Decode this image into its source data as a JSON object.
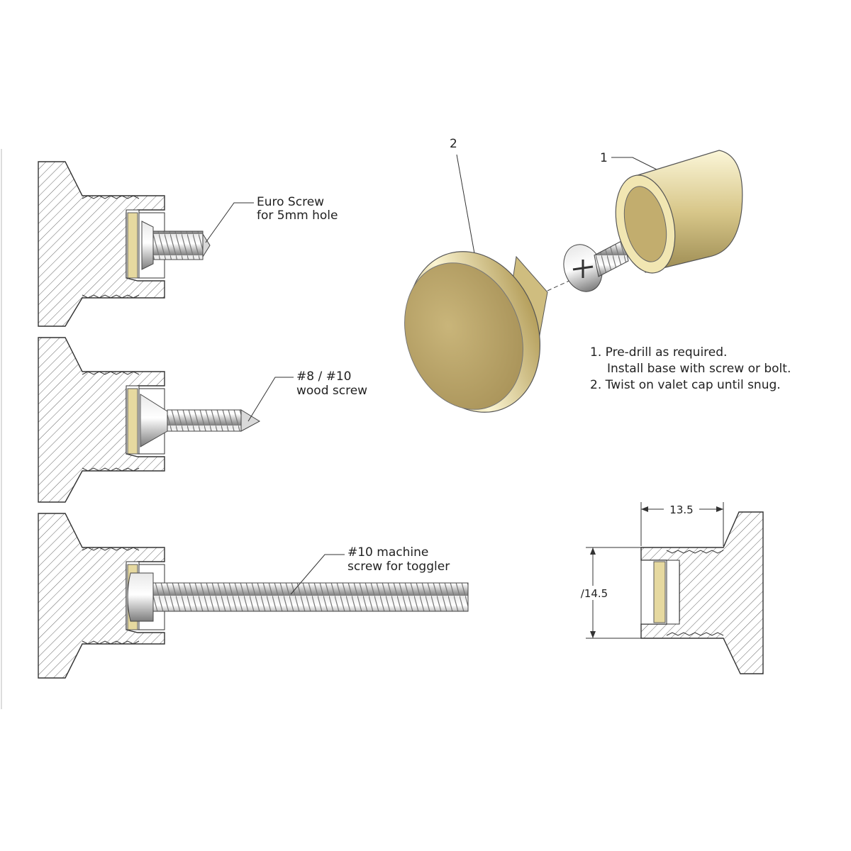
{
  "section_views": [
    {
      "id": "euro",
      "label_line1": "Euro Screw",
      "label_line2": "for 5mm hole"
    },
    {
      "id": "wood",
      "label_line1": "#8 / #10",
      "label_line2": "wood screw"
    },
    {
      "id": "machine",
      "label_line1": "#10 machine",
      "label_line2": "screw for toggler"
    }
  ],
  "exploded_view": {
    "balloon_cap": "2",
    "balloon_base": "1"
  },
  "instructions": {
    "line1": "1. Pre-drill as required.",
    "line2": "Install base with screw or bolt.",
    "line3": "2. Twist on valet cap until snug."
  },
  "dimension_view": {
    "width": "13.5",
    "diameter": "∕14.5"
  },
  "colors": {
    "brass_light": "#f4edc0",
    "brass_mid": "#d9c98a",
    "brass_dark": "#a8975a",
    "steel_light": "#f2f2f2",
    "steel_dark": "#8a8a8a",
    "hatch": "#555555"
  }
}
